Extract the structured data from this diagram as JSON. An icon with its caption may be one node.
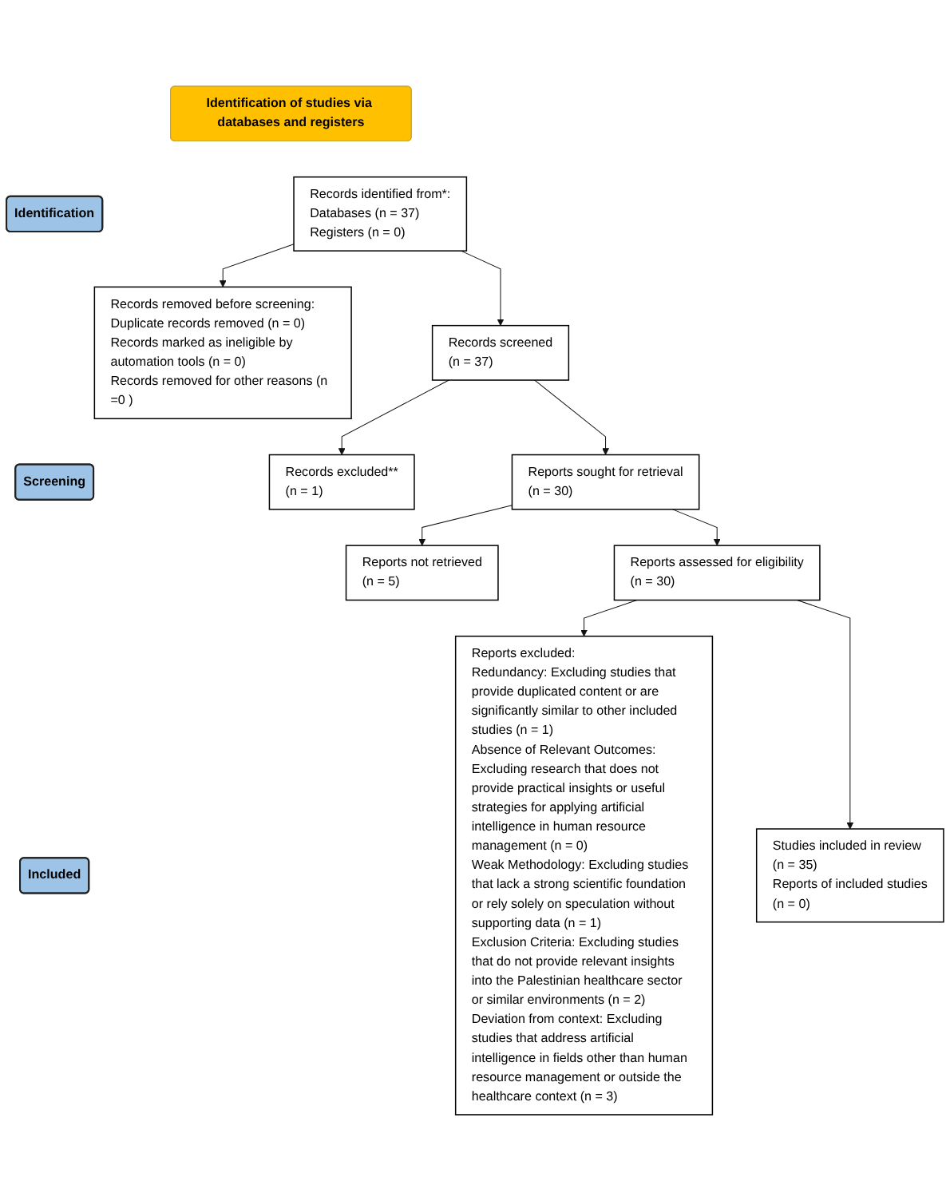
{
  "diagram": {
    "nodes": [
      {
        "text": [
          "Identification of studies via databases and registers"
        ]
      },
      {
        "text": [
          "Identification"
        ]
      },
      {
        "text": [
          "Records identified from*:",
          "Databases (n = 37)",
          "Registers (n = 0)"
        ]
      },
      {
        "text": [
          "Records removed before screening:",
          "Duplicate records removed (n = 0)",
          "Records marked as ineligible by automation tools (n = 0)",
          "Records removed for other reasons (n =0 )"
        ]
      },
      {
        "text": [
          "Screening"
        ]
      },
      {
        "text": [
          "Records screened",
          "(n = 37)"
        ]
      },
      {
        "text": [
          "Records excluded**",
          "(n = 1)"
        ]
      },
      {
        "text": [
          "Reports sought for retrieval",
          "(n = 30)"
        ]
      },
      {
        "text": [
          "Reports not retrieved",
          "(n = 5)"
        ]
      },
      {
        "text": [
          "Reports assessed for eligibility",
          "(n = 30)"
        ]
      },
      {
        "text": [
          "Reports excluded:",
          "Redundancy: Excluding studies that provide duplicated content or are significantly similar to other included studies (n = 1)",
          "Absence of Relevant Outcomes: Excluding research that does not provide practical insights or useful strategies for applying artificial intelligence in human resource management (n = 0)",
          "Weak Methodology: Excluding studies that lack a strong scientific foundation or rely solely on speculation without supporting data (n = 1)",
          "Exclusion Criteria: Excluding studies that do not provide relevant insights into the Palestinian healthcare sector or similar environments (n = 2)",
          "Deviation from context: Excluding studies that address artificial intelligence in fields other than human resource management or outside the healthcare context (n = 3)"
        ]
      },
      {
        "text": [
          "Included"
        ]
      },
      {
        "text": [
          "Studies included in review",
          "(n = 35)",
          "Reports of included studies",
          "(n = 0)"
        ]
      }
    ],
    "edges": [
      {
        "from": 2,
        "to": 3,
        "arrow": "to"
      },
      {
        "from": 2,
        "to": 5,
        "arrow": "to"
      },
      {
        "from": 5,
        "to": 6,
        "arrow": "to"
      },
      {
        "from": 5,
        "to": 7,
        "arrow": "to"
      },
      {
        "from": 7,
        "to": 8,
        "arrow": "to"
      },
      {
        "from": 7,
        "to": 9,
        "arrow": "to"
      },
      {
        "from": 9,
        "to": 10,
        "arrow": "to"
      },
      {
        "from": 9,
        "to": 12,
        "arrow": "to"
      }
    ]
  }
}
